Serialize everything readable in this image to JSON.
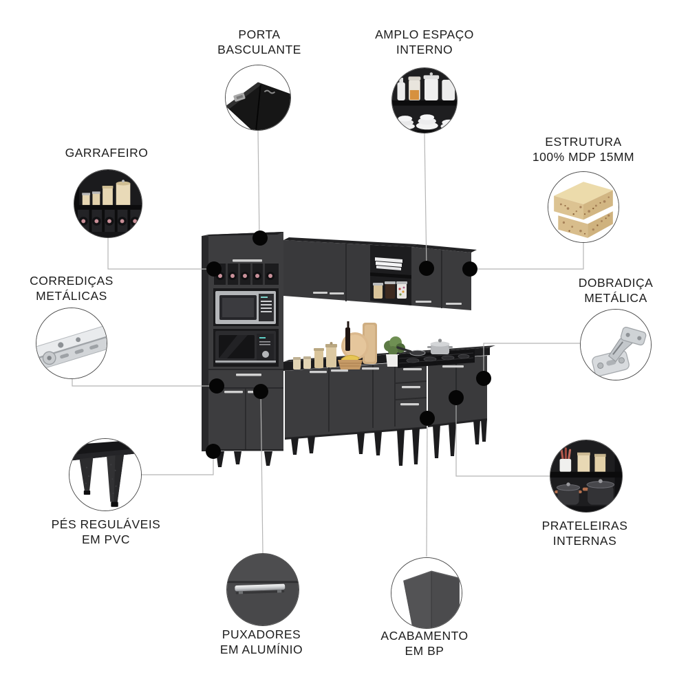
{
  "callouts": {
    "porta_basculante": {
      "label": "PORTA\nBASCULANTE",
      "icon": "tilt-door-icon"
    },
    "amplo_espaco": {
      "label": "AMPLO ESPAÇO\nINTERNO",
      "icon": "open-shelf-jars-icon"
    },
    "garrafeiro": {
      "label": "GARRAFEIRO",
      "icon": "bottle-rack-icon"
    },
    "estrutura": {
      "label": "ESTRUTURA\n100% MDP 15MM",
      "icon": "mdp-board-icon"
    },
    "corredicas": {
      "label": "CORREDIÇAS\nMETÁLICAS",
      "icon": "drawer-slide-icon"
    },
    "dobradica": {
      "label": "DOBRADIÇA\nMETÁLICA",
      "icon": "metal-hinge-icon"
    },
    "pes": {
      "label": "PÉS REGULÁVEIS\nEM PVC",
      "icon": "pvc-feet-icon"
    },
    "prateleiras": {
      "label": "PRATELEIRAS\nINTERNAS",
      "icon": "inner-shelves-icon"
    },
    "puxadores": {
      "label": "PUXADORES\nEM ALUMÍNIO",
      "icon": "aluminum-handle-icon"
    },
    "acabamento": {
      "label": "ACABAMENTO\nEM BP",
      "icon": "bp-finish-icon"
    }
  },
  "colors": {
    "background": "#ffffff",
    "cabinet": "#3c3c3e",
    "cabinet_dark": "#1c1c1e",
    "handle_aluminum": "#d2d2d2",
    "connector_line": "#b5b5b5",
    "connector_dot": "#050505",
    "label_text": "#1c1c1c",
    "circle_border": "#4a4a4a",
    "mdp_wood": "#e3cf9f",
    "bottle_cap_pink": "#c9919a",
    "copper_handle": "#b5714f"
  }
}
